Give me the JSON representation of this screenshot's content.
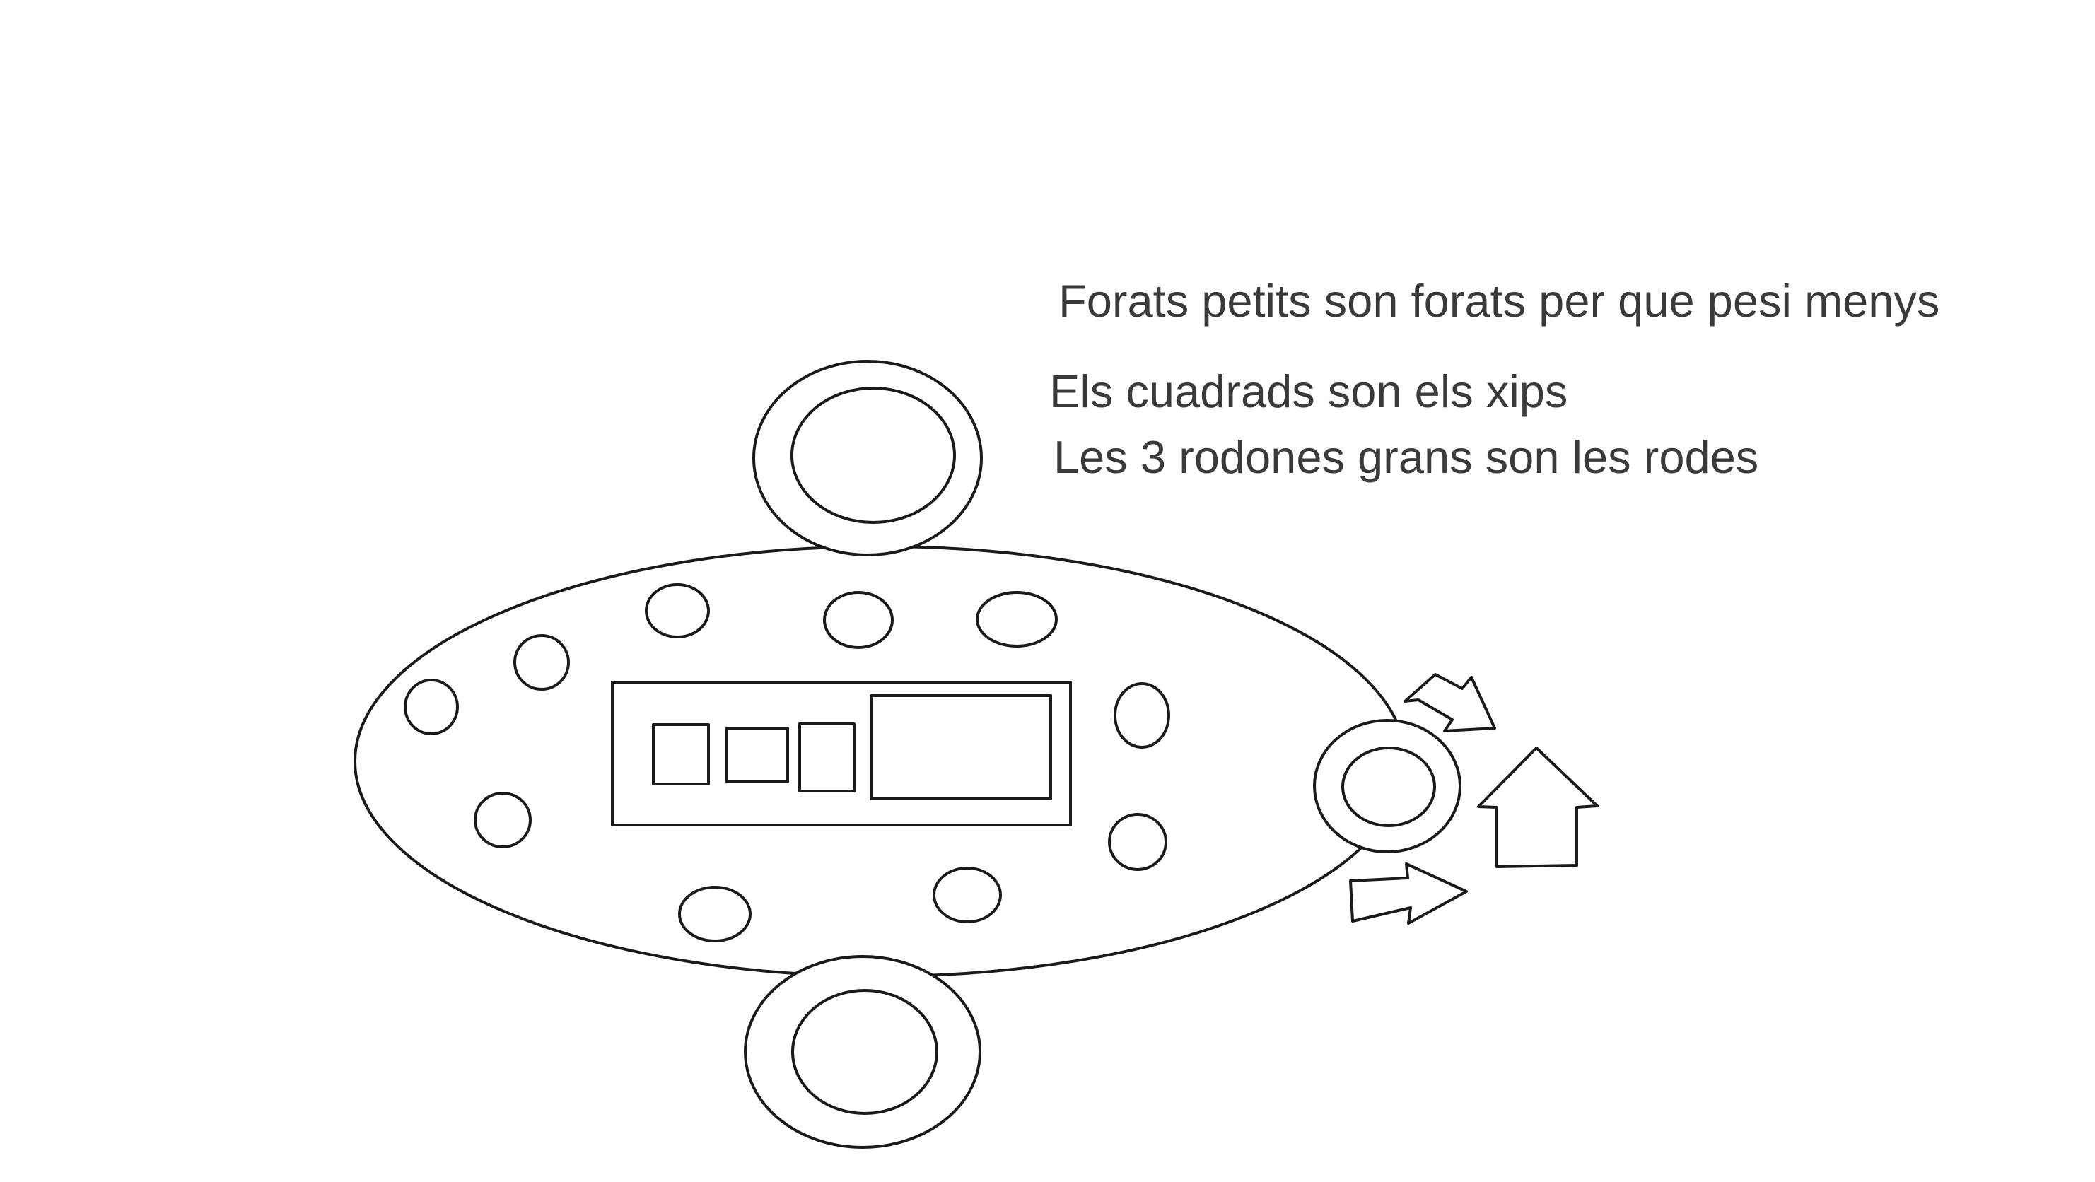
{
  "notes": {
    "holes": "Forats petits son forats per que pesi menys",
    "squares": "Els cuadrads son els xips",
    "wheels": "Les 3 rodones grans son les rodes"
  }
}
